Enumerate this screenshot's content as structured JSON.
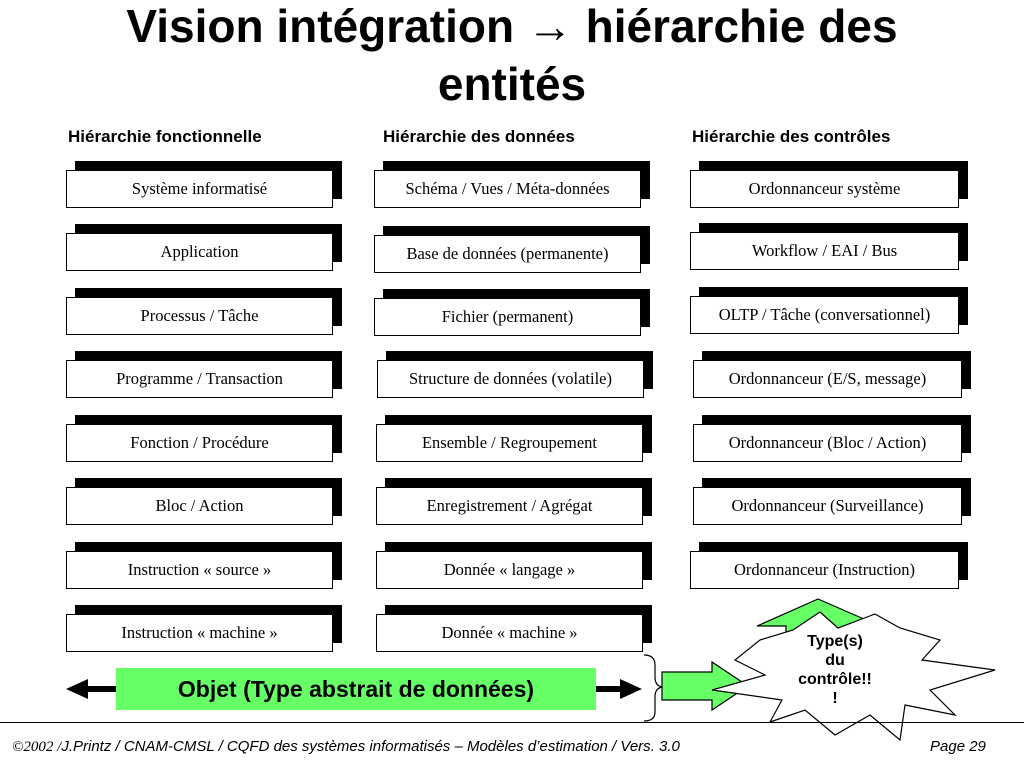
{
  "title": {
    "line1": "Vision intégration → hiérarchie des",
    "line2": "entités"
  },
  "columns": [
    {
      "heading": "Hiérarchie fonctionnelle",
      "items": [
        "Système informatisé",
        "Application",
        "Processus / Tâche",
        "Programme / Transaction",
        "Fonction / Procédure",
        "Bloc / Action",
        "Instruction « source »",
        "Instruction « machine »"
      ]
    },
    {
      "heading": "Hiérarchie des données",
      "items": [
        "Schéma / Vues / Méta-données",
        "Base de données (permanente)",
        "Fichier (permanent)",
        "Structure de données (volatile)",
        "Ensemble / Regroupement",
        "Enregistrement / Agrégat",
        "Donnée « langage »",
        "Donnée « machine »"
      ]
    },
    {
      "heading": "Hiérarchie des contrôles",
      "items": [
        "Ordonnanceur système",
        "Workflow / EAI / Bus",
        "OLTP / Tâche (conversationnel)",
        "Ordonnanceur (E/S, message)",
        "Ordonnanceur (Bloc / Action)",
        "Ordonnanceur (Surveillance)",
        "Ordonnanceur (Instruction)"
      ]
    }
  ],
  "objet_label": "Objet (Type abstrait de données)",
  "burst": {
    "line1": "Type(s)",
    "line2": "du",
    "line3": "contrôle!!",
    "line4": "!"
  },
  "footer": {
    "copyright": "©2002 /",
    "text": "J.Printz / CNAM-CMSL / CQFD des systèmes informatisés – Modèles d’estimation / Vers. 3.0",
    "page": "Page 29"
  },
  "colors": {
    "green": "#66ff66",
    "black": "#000000"
  }
}
